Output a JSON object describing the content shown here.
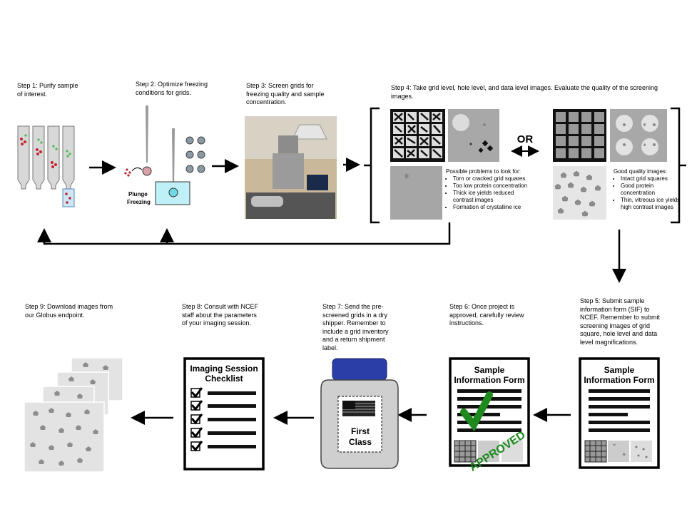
{
  "steps": {
    "s1": "Step 1: Purify sample\nof interest.",
    "s2": "Step 2: Optimize freezing\nconditions for grids.",
    "s3": "Step 3: Screen grids for\nfreezing quality and sample\nconcentration.",
    "s4": "Step 4: Take grid level, hole level, and data level images. Evaluate the quality of the screening\nimages.",
    "s5": "Step 5: Submit sample\ninformation form (SIF) to\nNCEF. Remember to submit\nscreening images of grid\nsquare, hole level and data\nlevel magnifications.",
    "s6": "Step 6: Once project is\napproved,  carefully review\ninstructions.",
    "s7": "Step 7: Send the pre-\nscreened grids in a dry\nshipper. Remember to\ninclude a grid inventory\nand a return shipment\nlabel.",
    "s8": "Step 8: Consult with NCEF\nstaff about the parameters\nof your imaging session.",
    "s9": "Step 9: Download images from\nour Globus endpoint."
  },
  "plunge_label_1": "Plunge",
  "plunge_label_2": "Freezing",
  "or_label": "OR",
  "problems": {
    "title": "Possible problems to look for:",
    "items": [
      "Torn or cracked grid squares",
      "Too low protein concentration",
      "Thick ice yields reduced contrast images",
      "Formation of crystalline ice"
    ]
  },
  "good": {
    "title": "Good quality images:",
    "items": [
      "Intact grid squares",
      "Good protein concentration",
      "Thin, vitreous ice yields high contrast images"
    ]
  },
  "form": {
    "line1": "Sample",
    "line2": "Information Form"
  },
  "approved_stamp": "APPROVED",
  "checklist": {
    "line1": "Imaging Session",
    "line2": "Checklist"
  },
  "shipper": {
    "line1": "First",
    "line2": "Class"
  },
  "colors": {
    "accent_green": "#1e8a1e",
    "shipper_cap": "#2b3ea8",
    "water": "#bfeff7"
  }
}
